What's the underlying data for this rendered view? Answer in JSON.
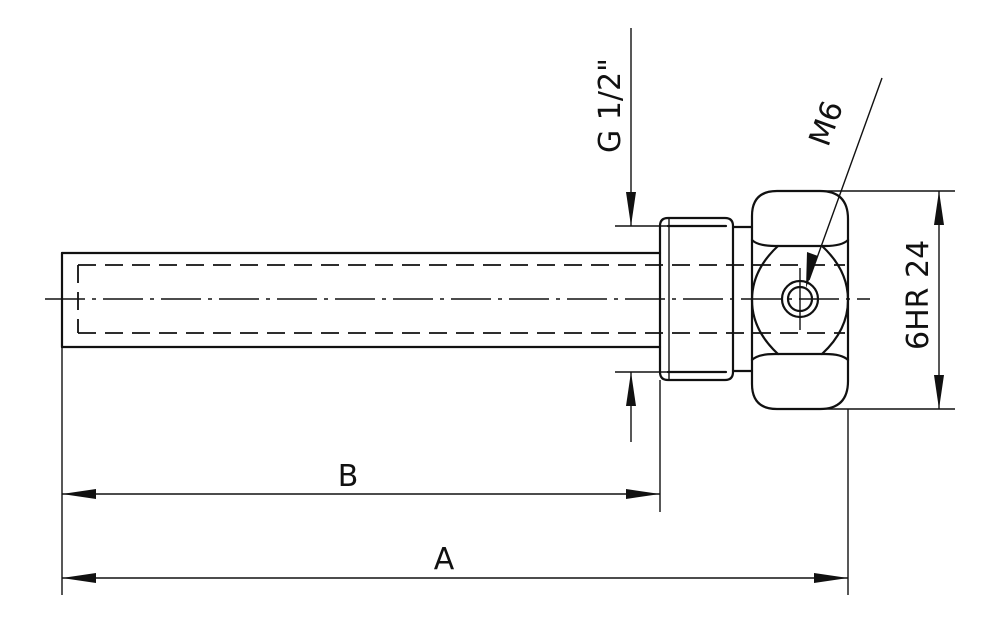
{
  "labels": {
    "overall_length": "A",
    "insertion_length": "B",
    "thread": "G 1/2\"",
    "set_screw": "M6",
    "hex": "6HR 24"
  }
}
